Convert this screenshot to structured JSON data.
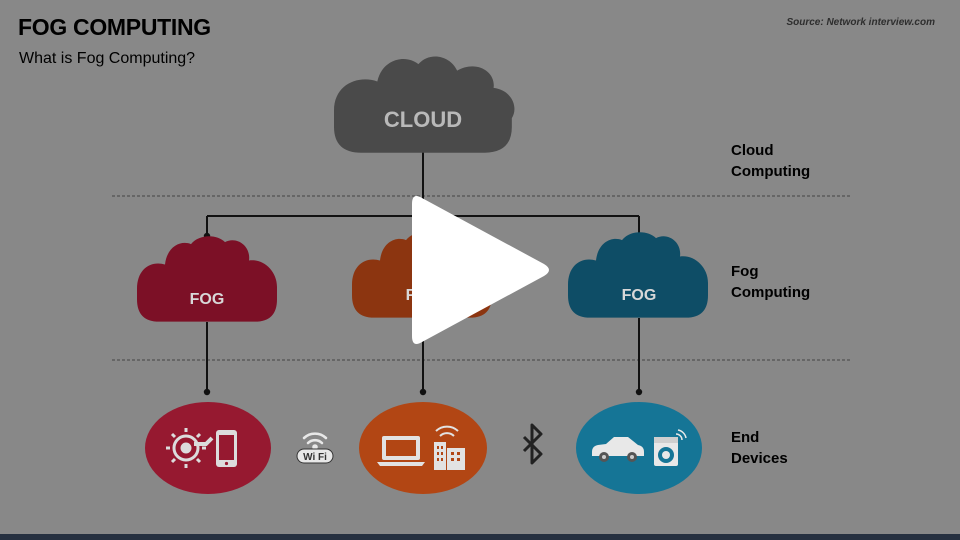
{
  "header": {
    "title": "FOG COMPUTING",
    "subtitle": "What is Fog Computing?",
    "source": "Source: Network interview.com"
  },
  "diagram": {
    "cloud": {
      "label": "CLOUD",
      "color": "#4a4a4a",
      "text_color": "#b9b9b9"
    },
    "fog_nodes": [
      {
        "label": "FOG",
        "color": "#7c1026"
      },
      {
        "label": "FOG",
        "color": "#8c3510"
      },
      {
        "label": "FOG",
        "color": "#0e4d66"
      }
    ],
    "device_groups": [
      {
        "color": "#961930",
        "icons": [
          "gear-hand-icon",
          "smartphone-icon"
        ]
      },
      {
        "color": "#b24614",
        "icons": [
          "laptop-icon",
          "smart-building-icon"
        ]
      },
      {
        "color": "#157596",
        "icons": [
          "car-icon",
          "washing-machine-icon"
        ]
      }
    ],
    "connectors": [
      {
        "icon": "wifi-icon",
        "text": "Wi Fi"
      },
      {
        "icon": "bluetooth-icon"
      }
    ],
    "layers": [
      {
        "line1": "Cloud",
        "line2": "Computing"
      },
      {
        "line1": "Fog",
        "line2": "Computing"
      },
      {
        "line1": "End",
        "line2": "Devices"
      }
    ]
  },
  "player": {
    "icon": "play-icon"
  }
}
